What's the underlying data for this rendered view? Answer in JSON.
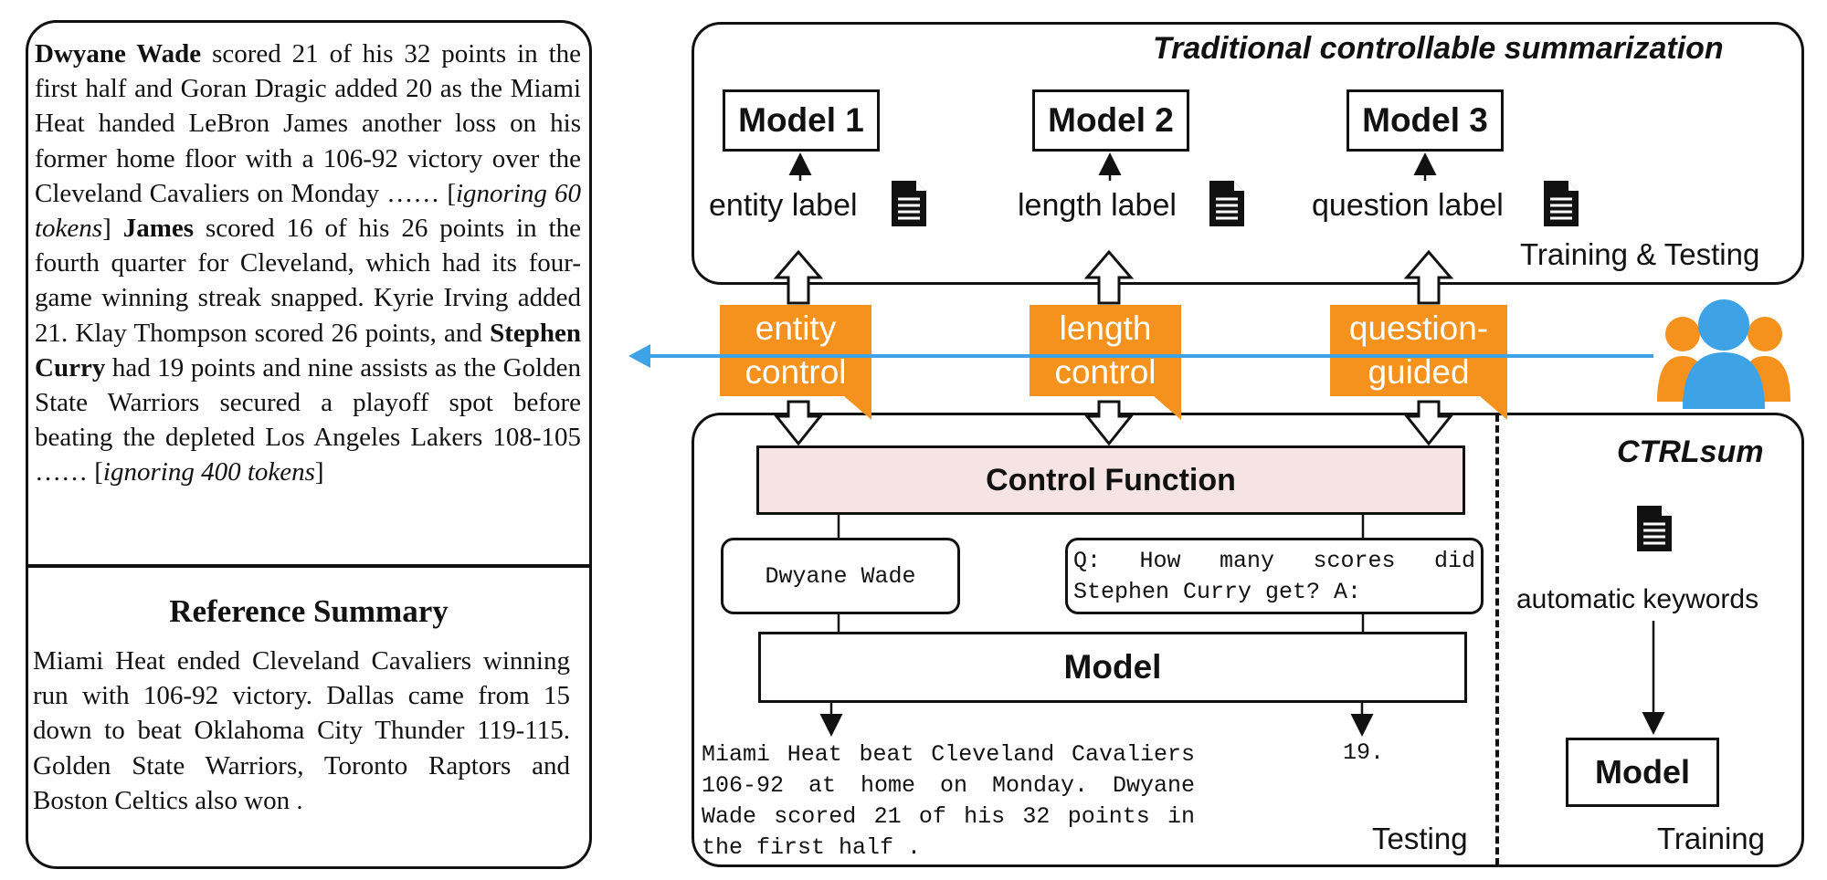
{
  "article": {
    "bold1": "Dwyane Wade",
    "t1": " scored 21 of his 32 points in the first half and Goran Dragic added 20 as the Miami Heat handed LeBron James another loss on his former home floor with a 106-92 victory over the Cleveland Cavaliers on Monday …… [",
    "ital1": "ignoring 60 tokens",
    "t2": "] ",
    "bold2": "James",
    "t3": " scored 16 of his 26 points in the fourth quarter for Cleveland, which had its four-game winning streak snapped. Kyrie Irving added 21. Klay Thompson scored 26 points, and ",
    "bold3": "Stephen Curry",
    "t4": " had 19 points and nine assists as the Golden State Warriors secured a playoff spot before beating the depleted Los Angeles Lakers 108-105 …… [",
    "ital2": "ignoring 400 tokens",
    "t5": "]"
  },
  "reference": {
    "title": "Reference Summary",
    "text": "Miami Heat ended Cleveland Cavaliers winning run with 106-92 victory. Dallas came from 15 down to beat Oklahoma City Thunder 119-115. Golden State Warriors, Toronto Raptors and Boston Celtics also won ."
  },
  "traditional": {
    "title": "Traditional controllable summarization",
    "models": [
      "Model 1",
      "Model 2",
      "Model 3"
    ],
    "labels": [
      "entity label",
      "length label",
      "question label"
    ],
    "mode": "Training & Testing"
  },
  "controls": [
    {
      "line1": "entity",
      "line2": "control"
    },
    {
      "line1": "length",
      "line2": "control"
    },
    {
      "line1": "question-",
      "line2": "guided"
    }
  ],
  "ctrlsum": {
    "title": "CTRLsum",
    "control_function": "Control Function",
    "entity_input": "Dwyane Wade",
    "question_line1": "Q: How many scores did",
    "question_line2": "Stephen Curry get? A:",
    "model": "Model",
    "output_lines": [
      "Miami Heat beat Cleveland Cavaliers",
      "106-92 at home on Monday. Dwyane",
      "Wade scored 21 of his 32 points in",
      "the first half ."
    ],
    "answer": "19.",
    "testing_label": "Testing",
    "auto_keywords": "automatic keywords",
    "training_model": "Model",
    "training_label": "Training"
  },
  "colors": {
    "callout": "#f5921e",
    "arrow_line": "#3ea3e6",
    "control_function_fill": "#f6e4e4",
    "user_blue": "#3ea3e6",
    "user_orange": "#f5921e"
  },
  "icons": [
    "document-icon",
    "users-icon",
    "hollow-arrow-icon"
  ]
}
